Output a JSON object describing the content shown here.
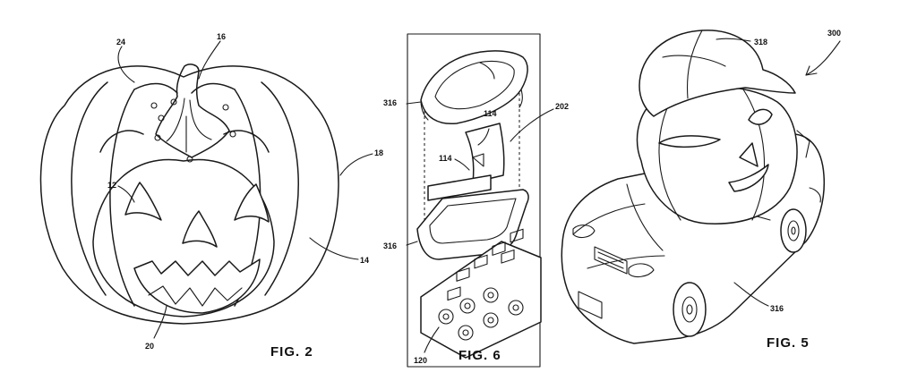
{
  "figures": {
    "fig2": {
      "caption": "FIG. 2",
      "refs": {
        "r24": "24",
        "r16": "16",
        "r18": "18",
        "r12": "12",
        "r14": "14",
        "r20": "20"
      }
    },
    "fig6": {
      "caption": "FIG. 6",
      "refs": {
        "r316_top": "316",
        "r114_a": "114",
        "r202": "202",
        "r114_b": "114",
        "r316_bot": "316",
        "r120": "120"
      }
    },
    "fig5": {
      "caption": "FIG. 5",
      "refs": {
        "r318": "318",
        "r300": "300",
        "r316": "316"
      }
    }
  },
  "colors": {
    "ink": "#1a1a1a",
    "paper": "#ffffff"
  }
}
